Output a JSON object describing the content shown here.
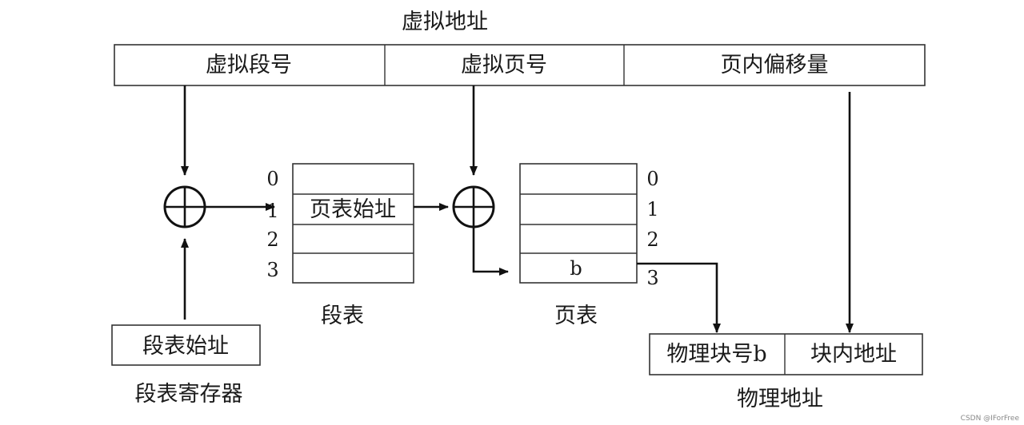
{
  "virtual_address": {
    "title": "虚拟地址",
    "fields": [
      "虚拟段号",
      "虚拟页号",
      "页内偏移量"
    ]
  },
  "segment_table": {
    "title": "段表",
    "indices": [
      "0",
      "1",
      "2",
      "3"
    ],
    "entries": [
      "",
      "页表始址",
      "",
      ""
    ]
  },
  "page_table": {
    "title": "页表",
    "indices": [
      "0",
      "1",
      "2",
      "3"
    ],
    "entries": [
      "",
      "",
      "",
      "b"
    ]
  },
  "segment_register": {
    "value": "段表始址",
    "caption": "段表寄存器"
  },
  "physical_address": {
    "title": "物理地址",
    "fields": [
      "物理块号b",
      "块内地址"
    ]
  },
  "watermark": "CSDN @IForFree",
  "colors": {
    "line": "#111111",
    "border": "#333333",
    "background": "#ffffff"
  }
}
